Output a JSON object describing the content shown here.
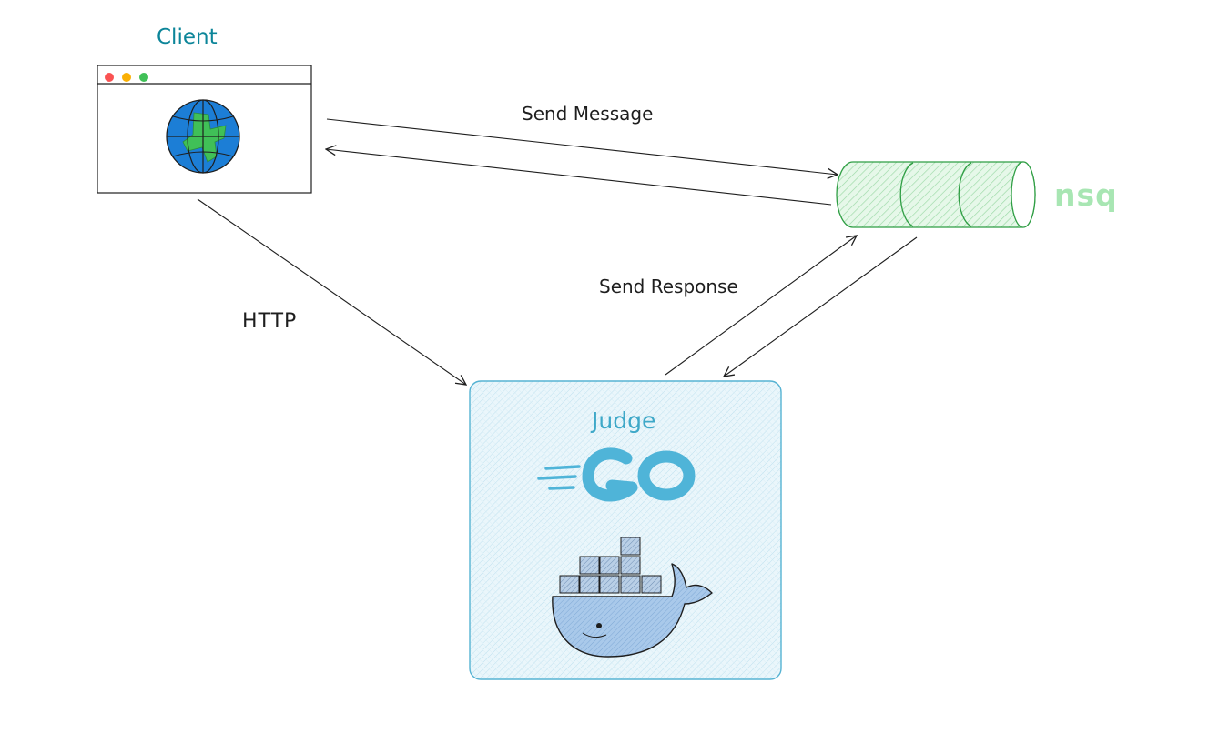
{
  "colors": {
    "client": "#0c8599",
    "judge": "#3ea8c8",
    "nsq": "#b2f2bb",
    "nsq_stroke": "#2f9e44",
    "globe_ocean": "#1c7ed6",
    "globe_land": "#40c057",
    "go": "#4fb4d8",
    "docker": "#4d8fd1",
    "arrow": "#1e1e1e"
  },
  "nodes": {
    "client": {
      "label": "Client",
      "icon": "browser-globe-icon"
    },
    "nsq": {
      "label": "nsq",
      "icon": "queue-cylinder-icon"
    },
    "judge": {
      "label": "Judge",
      "icons": [
        "go-logo-icon",
        "docker-whale-icon"
      ]
    }
  },
  "edges": {
    "send_message": "Send Message",
    "send_response": "Send Response",
    "http": "HTTP"
  }
}
